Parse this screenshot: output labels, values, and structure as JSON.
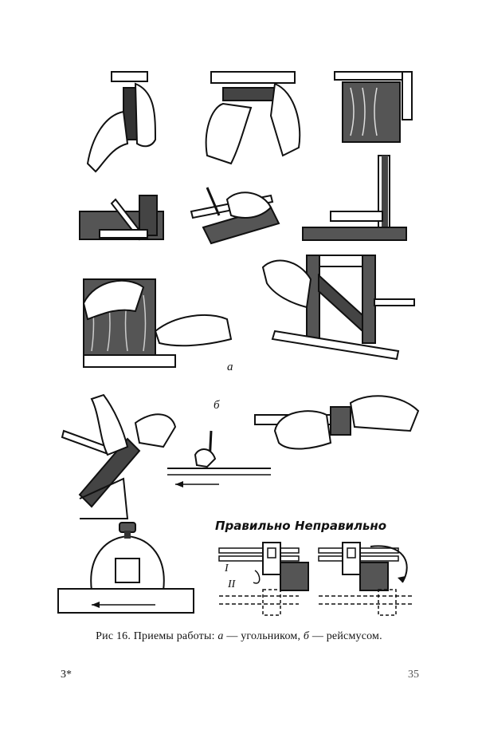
{
  "figure": {
    "panels": [
      "gauge-square-check-1",
      "gauge-square-check-2",
      "square-on-board",
      "square-corner-vertical",
      "square-on-block-with-bevel",
      "marking-with-pencil-and-square",
      "hands-checking-block-end",
      "marking-jig-on-bench",
      "marking-gauge-use",
      "pencil-line-marking",
      "gauge-adjust-hand",
      "gauge-head-on-board"
    ],
    "label_a": "а",
    "label_b": "б",
    "correct_label": "Правильно",
    "incorrect_label": "Неправильно",
    "roman_one": "I",
    "roman_two": "II"
  },
  "caption": {
    "prefix": "Рис 16. Приемы работы:",
    "a_letter": "а",
    "a_text": "— угольником,",
    "b_letter": "б",
    "b_text": "— рейсмусом."
  },
  "page": {
    "left_mark": "3*",
    "number": "35"
  }
}
